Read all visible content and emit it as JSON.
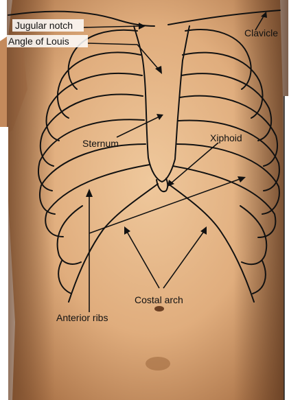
{
  "labels": {
    "jugular_notch": "Jugular notch",
    "angle_of_louis": "Angle of Louis",
    "clavicle": "Clavicle",
    "sternum": "Sternum",
    "xiphoid": "Xiphoid",
    "costal_arch": "Costal arch",
    "anterior_ribs": "Anterior ribs"
  },
  "colors": {
    "skin_light": "#e6bb8f",
    "skin_mid": "#cf9a6a",
    "skin_dark": "#8a5a35",
    "outline": "#111111",
    "background": "#ffffff"
  }
}
